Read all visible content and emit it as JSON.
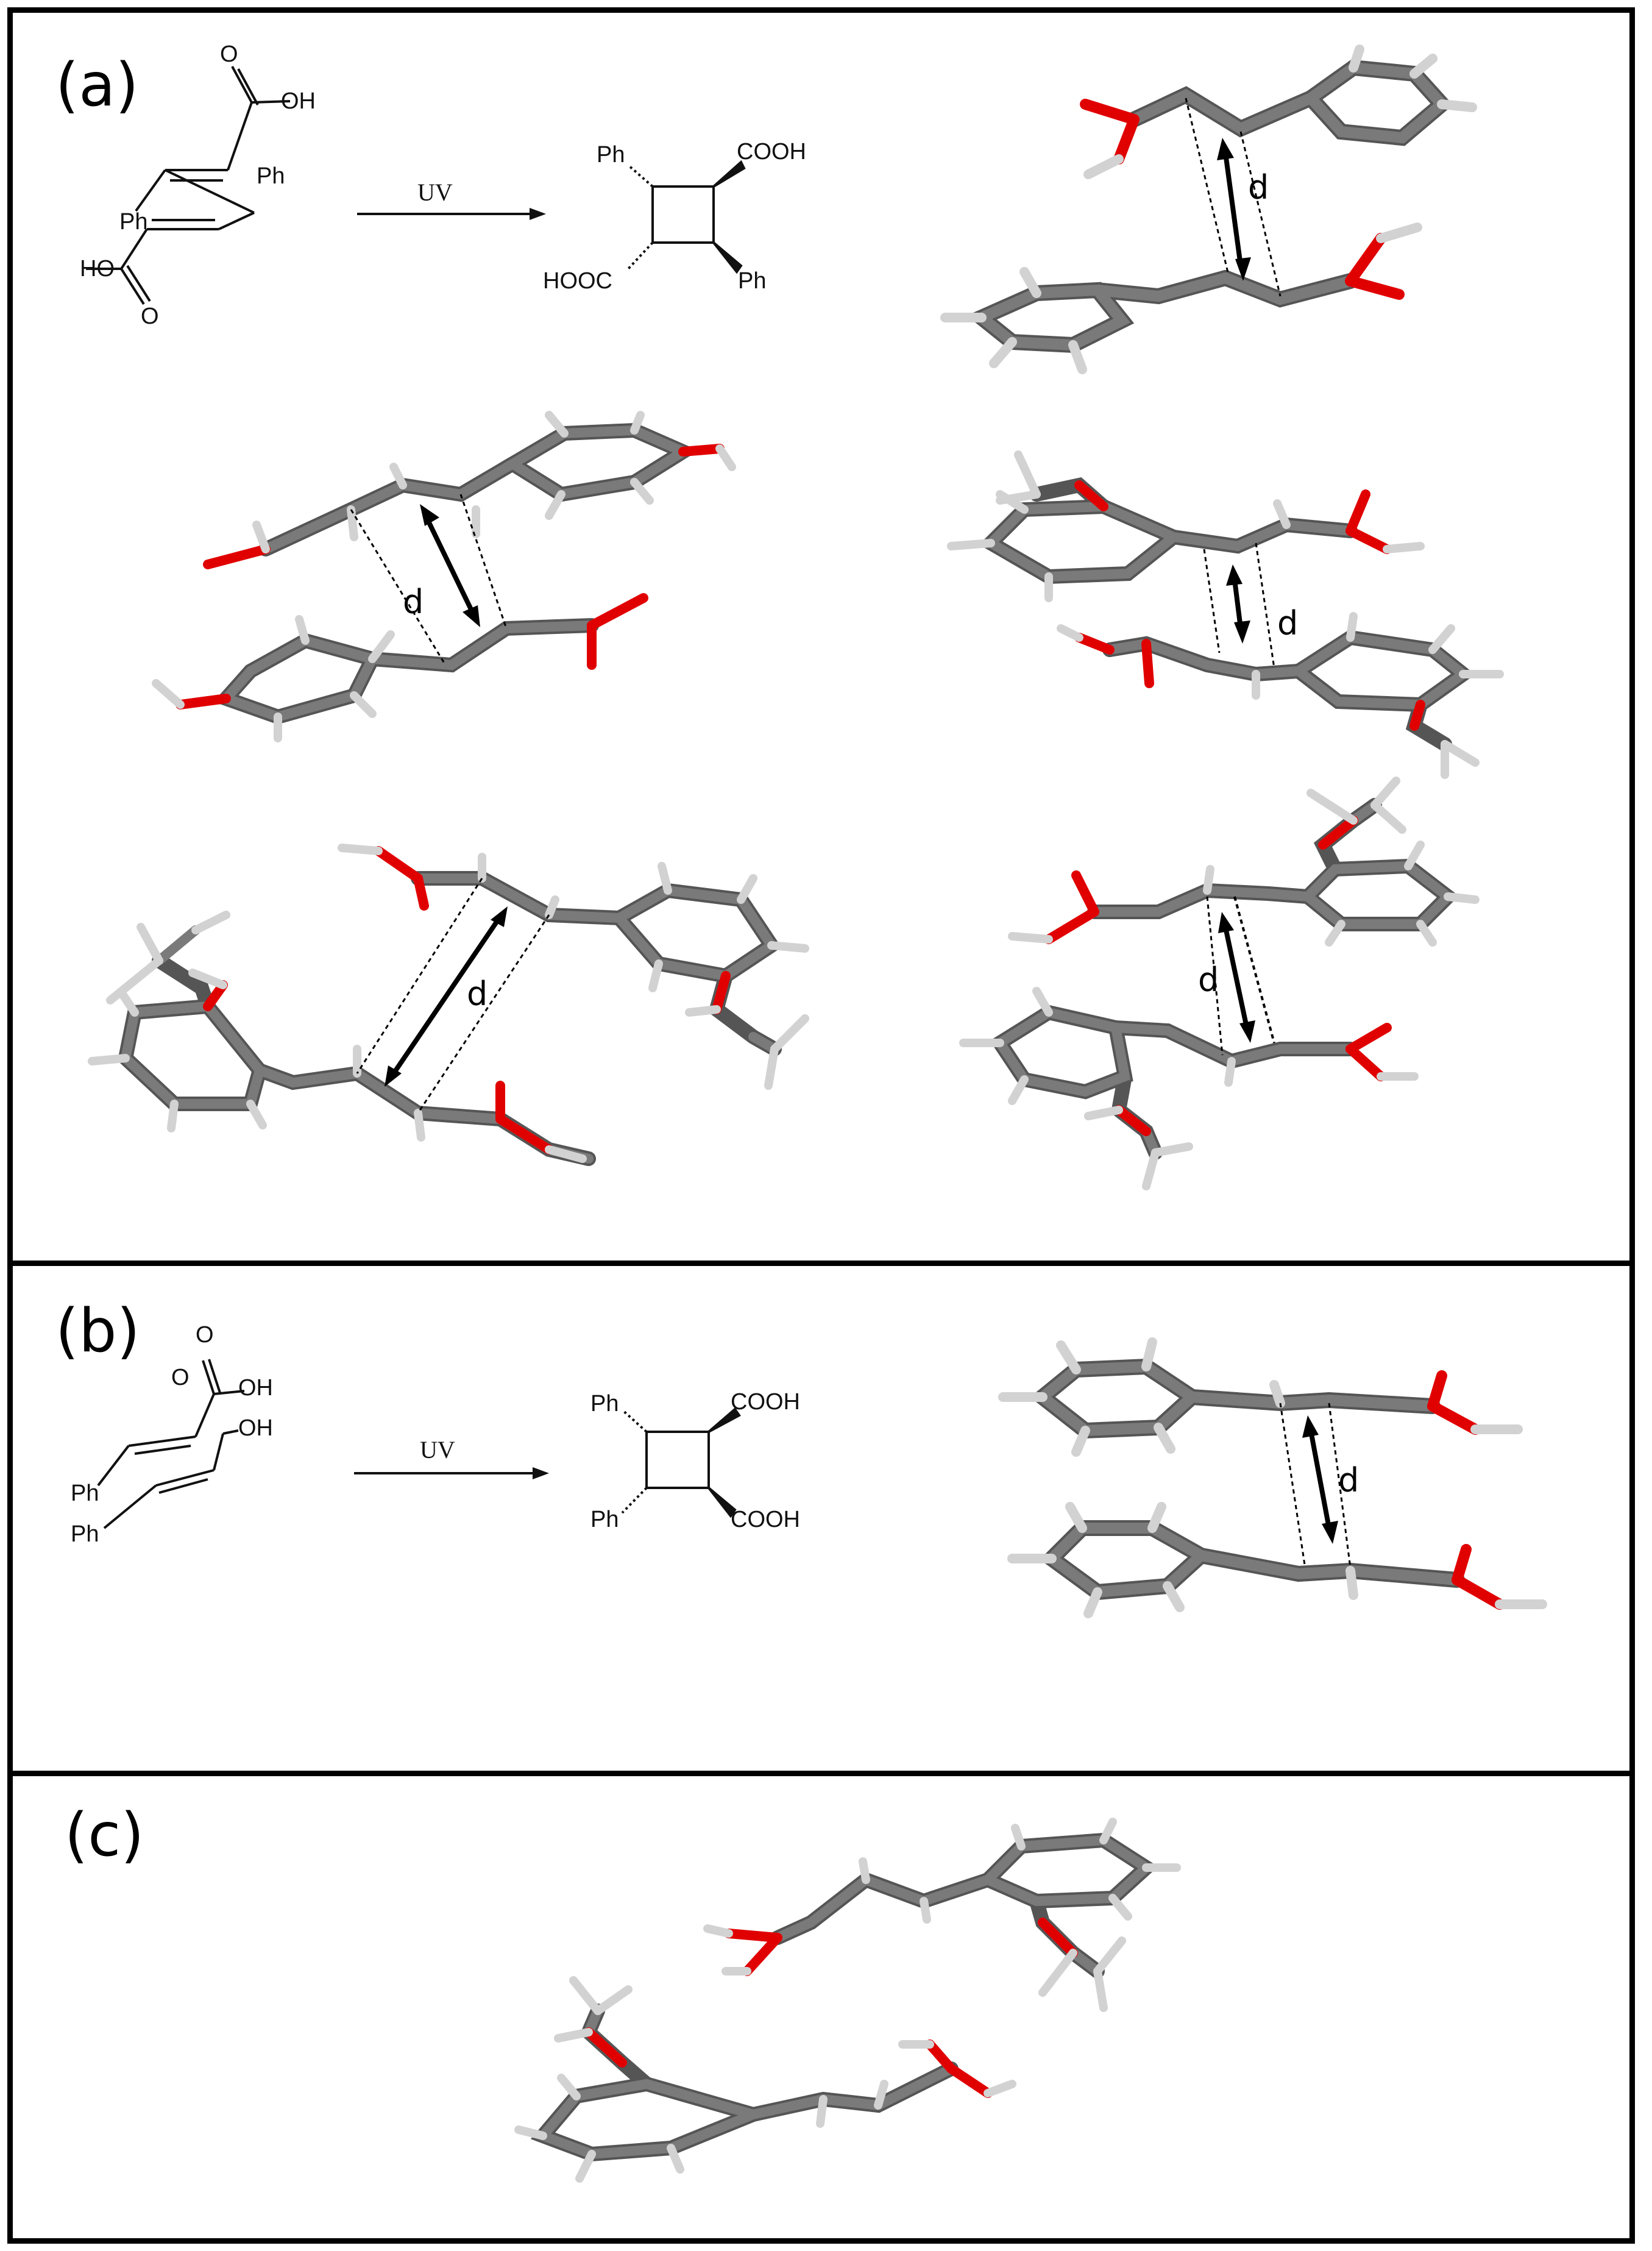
{
  "panels": [
    {
      "id": "a",
      "label": "(a)"
    },
    {
      "id": "b",
      "label": "(b)"
    },
    {
      "id": "c",
      "label": "(c)"
    }
  ],
  "scheme_a": {
    "reactant": {
      "ph_top": "Ph",
      "ph_bottom": "Ph",
      "oh_top": "OH",
      "ho_bottom": "HO",
      "o_top": "O",
      "o_bottom": "O"
    },
    "arrow_label": "UV",
    "product": {
      "ph_top": "Ph",
      "cooh_right": "COOH",
      "hooc_left": "HOOC",
      "ph_bottom": "Ph"
    }
  },
  "scheme_b": {
    "reactant": {
      "o_top": "O",
      "oh_top": "OH",
      "o_mid": "O",
      "oh_mid": "OH",
      "ph_top": "Ph",
      "ph_bottom": "Ph"
    },
    "arrow_label": "UV",
    "product": {
      "ph_top": "Ph",
      "cooh_top": "COOH",
      "ph_bottom": "Ph",
      "cooh_bottom": "COOH"
    }
  },
  "distance_label": "d",
  "colors": {
    "carbon": "#7a7a7a",
    "oxygen": "#e00000",
    "hydrogen": "#d2d2d2",
    "bond_outline": "#555555"
  }
}
